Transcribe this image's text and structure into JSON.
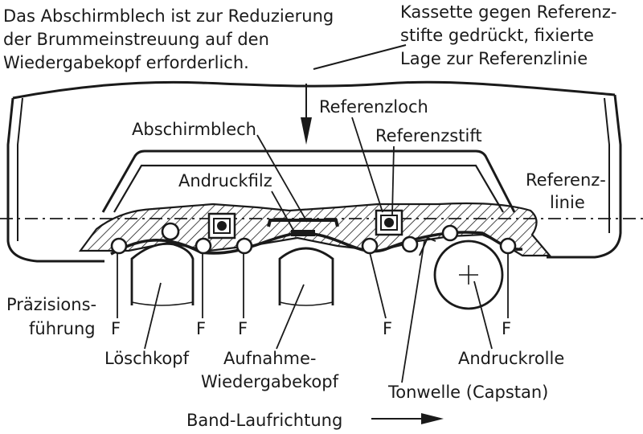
{
  "notes": {
    "shield": [
      "Das Abschirmblech ist zur Reduzierung",
      "der Brummeinstreuung auf den",
      "Wiedergabekopf erforderlich."
    ],
    "cassette": [
      "Kassette gegen Referenz-",
      "stifte gedrückt, fixierte",
      "Lage zur Referenzlinie"
    ]
  },
  "labels": {
    "abschirmblech": "Abschirmblech",
    "referenzloch": "Referenzloch",
    "referenzstift": "Referenzstift",
    "andruckfilz": "Andruckfilz",
    "referenzlinie": [
      "Referenz-",
      "linie"
    ],
    "praezision": [
      "Präzisions-",
      "führung"
    ],
    "f": "F",
    "loeschkopf": "Löschkopf",
    "aufnahme": [
      "Aufnahme-",
      "Wiedergabekopf"
    ],
    "andruckrolle": "Andruckrolle",
    "tonwelle": "Tonwelle (Capstan)",
    "laufrichtung": "Band-Laufrichtung"
  },
  "colors": {
    "ink": "#1a1a1a",
    "paper": "#ffffff"
  }
}
